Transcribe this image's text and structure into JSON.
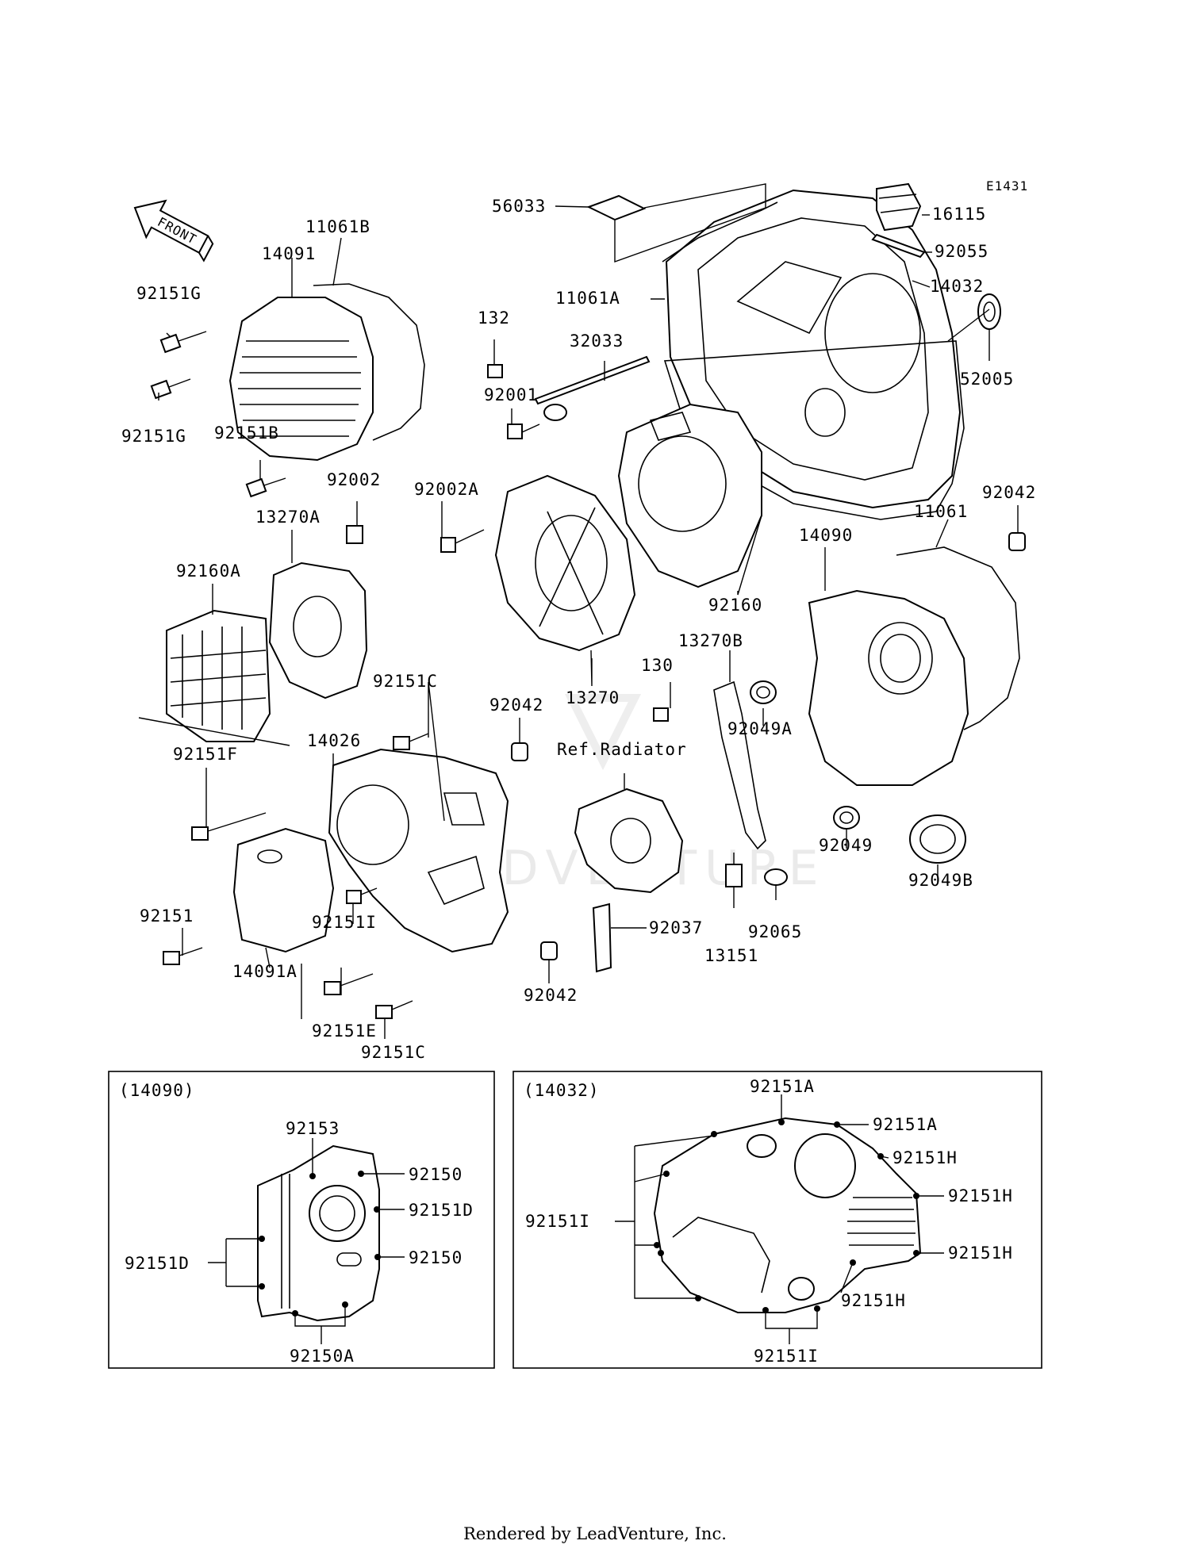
{
  "diagram_code": "E1431",
  "front_label": "FRONT",
  "ref_label": "Ref.Radiator",
  "footer": "Rendered by LeadVenture, Inc.",
  "inset_left": {
    "title": "(14090)",
    "labels": [
      "92153",
      "92150",
      "92151D",
      "92150",
      "92151D",
      "92150A"
    ]
  },
  "inset_right": {
    "title": "(14032)",
    "labels": [
      "92151A",
      "92151A",
      "92151H",
      "92151H",
      "92151H",
      "92151H",
      "92151I",
      "92151I"
    ]
  },
  "main_labels": [
    "56033",
    "16115",
    "92055",
    "14032",
    "11061A",
    "52005",
    "11061B",
    "14091",
    "92151G",
    "92151G",
    "92151B",
    "132",
    "32033",
    "92001",
    "92002",
    "92002A",
    "13270A",
    "92160A",
    "92160",
    "92042",
    "11061",
    "14090",
    "13270",
    "13270B",
    "130",
    "92049A",
    "92151C",
    "92042",
    "14026",
    "92151F",
    "92151",
    "14091A",
    "92151I",
    "92151E",
    "92151C",
    "92037",
    "13151",
    "92065",
    "92049",
    "92049B",
    "92042"
  ],
  "colors": {
    "ink": "#000000",
    "background": "#ffffff",
    "watermark": "#eaeaea"
  }
}
